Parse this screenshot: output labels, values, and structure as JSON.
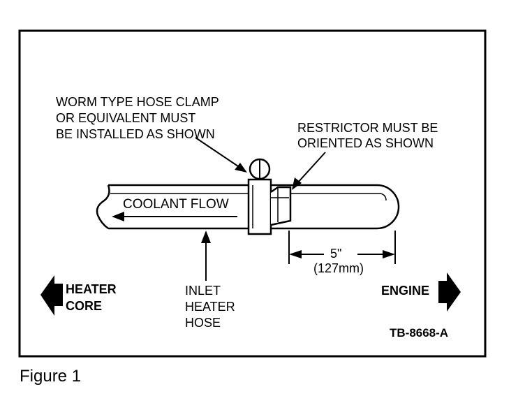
{
  "figure_caption": "Figure 1",
  "drawing_id": "TB-8668-A",
  "labels": {
    "clamp_line1": "WORM TYPE HOSE CLAMP",
    "clamp_line2": "OR EQUIVALENT MUST",
    "clamp_line3": "BE INSTALLED AS SHOWN",
    "restrictor_line1": "RESTRICTOR MUST BE",
    "restrictor_line2": "ORIENTED AS SHOWN",
    "coolant_flow": "COOLANT FLOW",
    "dimension_in": "5\"",
    "dimension_mm": "(127mm)",
    "heater_line1": "HEATER",
    "heater_line2": "CORE",
    "inlet_line1": "INLET",
    "inlet_line2": "HEATER",
    "inlet_line3": "HOSE",
    "engine": "ENGINE"
  }
}
